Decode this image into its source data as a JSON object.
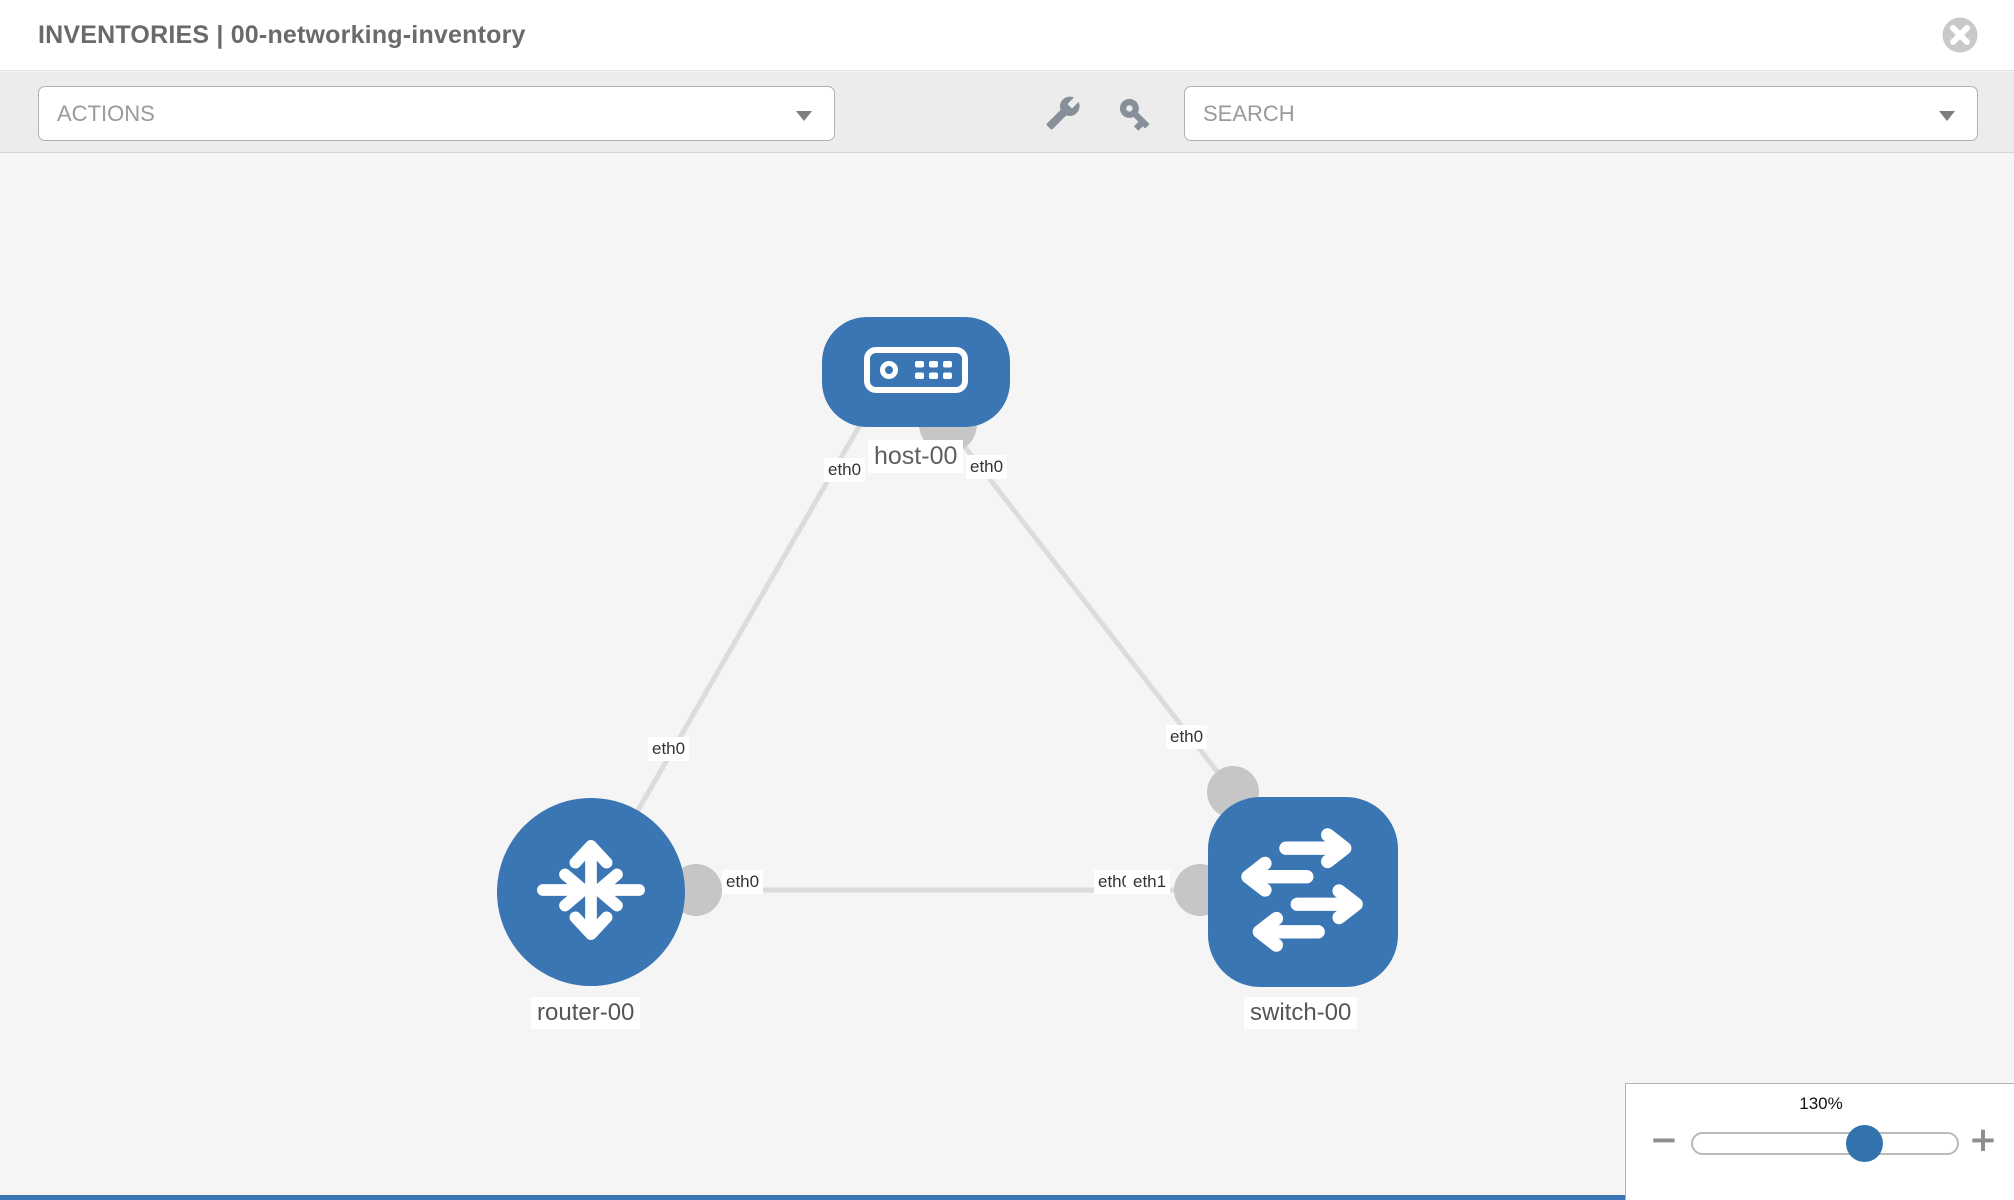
{
  "header": {
    "title": "INVENTORIES | 00-networking-inventory"
  },
  "toolbar": {
    "actions_label": "ACTIONS",
    "search_placeholder": "SEARCH",
    "icons": [
      "wrench-icon",
      "key-icon"
    ]
  },
  "topology": {
    "nodes": [
      {
        "id": "host-00",
        "type": "host",
        "label": "host-00"
      },
      {
        "id": "router-00",
        "type": "router",
        "label": "router-00"
      },
      {
        "id": "switch-00",
        "type": "switch",
        "label": "switch-00"
      }
    ],
    "links": [
      {
        "from": "host-00",
        "from_iface": "eth0",
        "to": "router-00",
        "to_iface": "eth0"
      },
      {
        "from": "host-00",
        "from_iface": "eth0",
        "to": "switch-00",
        "to_iface": "eth0"
      },
      {
        "from": "router-00",
        "from_iface": "eth0",
        "to": "switch-00",
        "to_iface": "eth1"
      }
    ],
    "iface_labels": [
      {
        "text": "eth0"
      },
      {
        "text": "eth0"
      },
      {
        "text": "eth0"
      },
      {
        "text": "eth0"
      },
      {
        "text": "eth0"
      },
      {
        "text": "eth0"
      },
      {
        "text": "eth1"
      }
    ]
  },
  "zoom_control": {
    "level": "130%",
    "minus_label": "−",
    "plus_label": "+"
  },
  "colors": {
    "node_blue": "#3b76b4",
    "link_gray": "#dcdcdc",
    "dot_gray": "#c6c6c6",
    "thumb_blue": "#3273ae",
    "toolbar_gray": "#ececec",
    "canvas_gray": "#f5f5f5"
  }
}
